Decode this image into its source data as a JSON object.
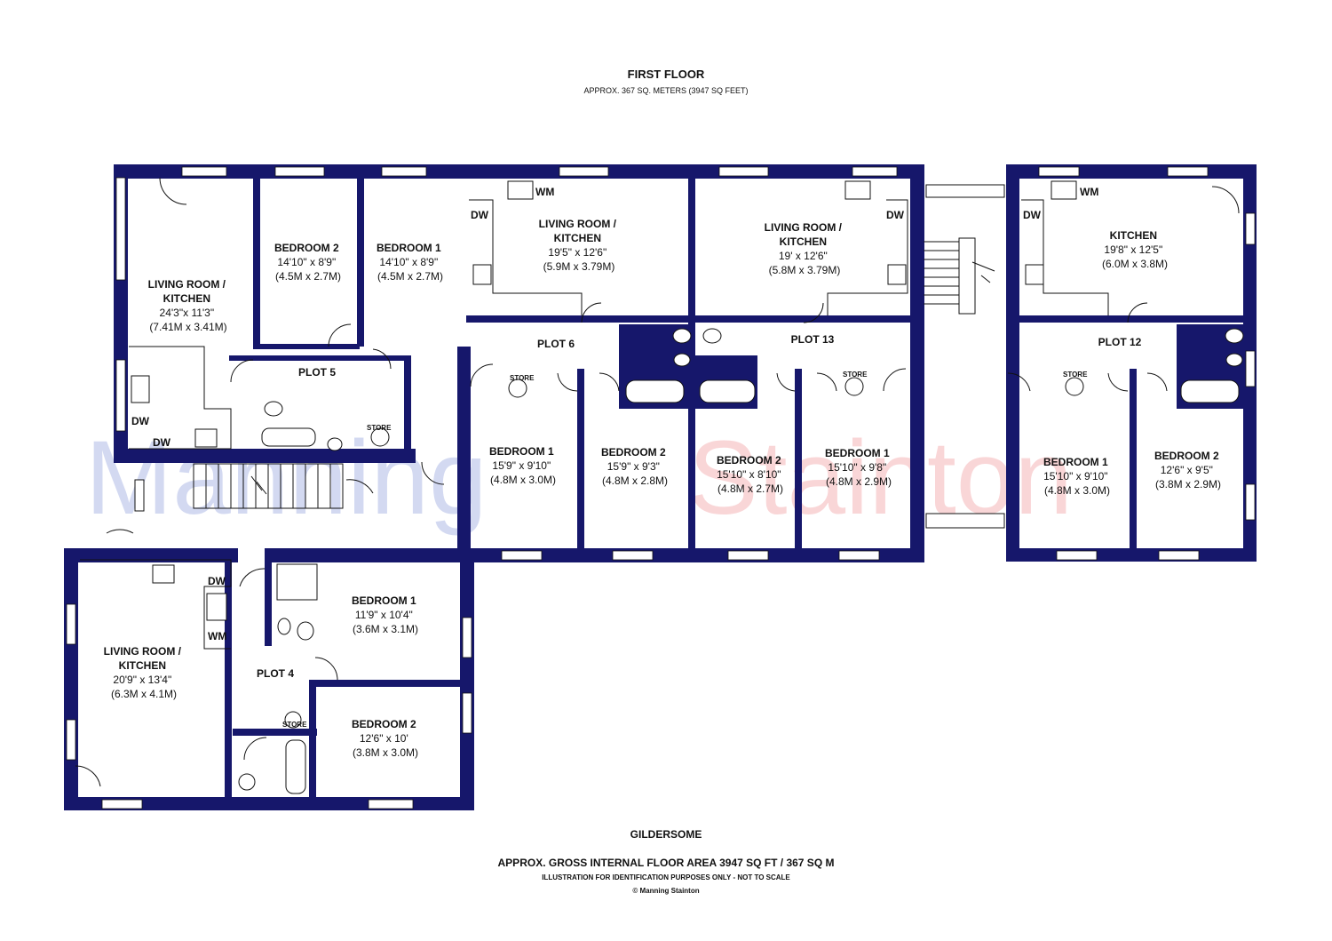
{
  "header": {
    "title": "FIRST FLOOR",
    "subtitle": "APPROX. 367 SQ. METERS (3947 SQ FEET)"
  },
  "footer": {
    "location": "GILDERSOME",
    "area": "APPROX. GROSS INTERNAL FLOOR AREA 3947 SQ FT / 367 SQ M",
    "disclaimer": "ILLUSTRATION FOR IDENTIFICATION PURPOSES ONLY - NOT TO SCALE",
    "copyright": "© Manning Stainton"
  },
  "watermark": {
    "part1": "Manning",
    "part2": "Stainton",
    "color1": "#3a56c4",
    "color2": "#e8474e"
  },
  "colors": {
    "wall": "#16176b",
    "line": "#111111"
  },
  "plots": [
    "PLOT 5",
    "PLOT 6",
    "PLOT 13",
    "PLOT 12",
    "PLOT 4"
  ],
  "rooms": [
    {
      "name": "LIVING ROOM /",
      "name2": "KITCHEN",
      "dims": "24'3\"x 11'3\"",
      "metric": "(7.41M x 3.41M)"
    },
    {
      "name": "BEDROOM 2",
      "dims": "14'10\" x 8'9\"",
      "metric": "(4.5M x 2.7M)"
    },
    {
      "name": "BEDROOM 1",
      "dims": "14'10\" x 8'9\"",
      "metric": "(4.5M x 2.7M)"
    },
    {
      "name": "LIVING ROOM /",
      "name2": "KITCHEN",
      "dims": "19'5\" x 12'6\"",
      "metric": "(5.9M x 3.79M)"
    },
    {
      "name": "LIVING ROOM /",
      "name2": "KITCHEN",
      "dims": "19' x 12'6\"",
      "metric": "(5.8M x 3.79M)"
    },
    {
      "name": "KITCHEN",
      "dims": "19'8\" x 12'5\"",
      "metric": "(6.0M x 3.8M)"
    },
    {
      "name": "BEDROOM 1",
      "dims": "15'9\" x 9'10\"",
      "metric": "(4.8M x 3.0M)"
    },
    {
      "name": "BEDROOM 2",
      "dims": "15'9\" x 9'3\"",
      "metric": "(4.8M x 2.8M)"
    },
    {
      "name": "BEDROOM 2",
      "dims": "15'10\" x 8'10\"",
      "metric": "(4.8M x 2.7M)"
    },
    {
      "name": "BEDROOM 1",
      "dims": "15'10\" x 9'8\"",
      "metric": "(4.8M x 2.9M)"
    },
    {
      "name": "BEDROOM 1",
      "dims": "15'10\" x 9'10\"",
      "metric": "(4.8M x 3.0M)"
    },
    {
      "name": "BEDROOM 2",
      "dims": "12'6\" x 9'5\"",
      "metric": "(3.8M x 2.9M)"
    },
    {
      "name": "LIVING ROOM /",
      "name2": "KITCHEN",
      "dims": "20'9\" x 13'4\"",
      "metric": "(6.3M x 4.1M)"
    },
    {
      "name": "BEDROOM 1",
      "dims": "11'9\" x 10'4\"",
      "metric": "(3.6M x 3.1M)"
    },
    {
      "name": "BEDROOM 2",
      "dims": "12'6\" x 10'",
      "metric": "(3.8M x 3.0M)"
    }
  ],
  "fixtures": {
    "dw": "DW",
    "wm": "WM",
    "store": "STORE"
  }
}
